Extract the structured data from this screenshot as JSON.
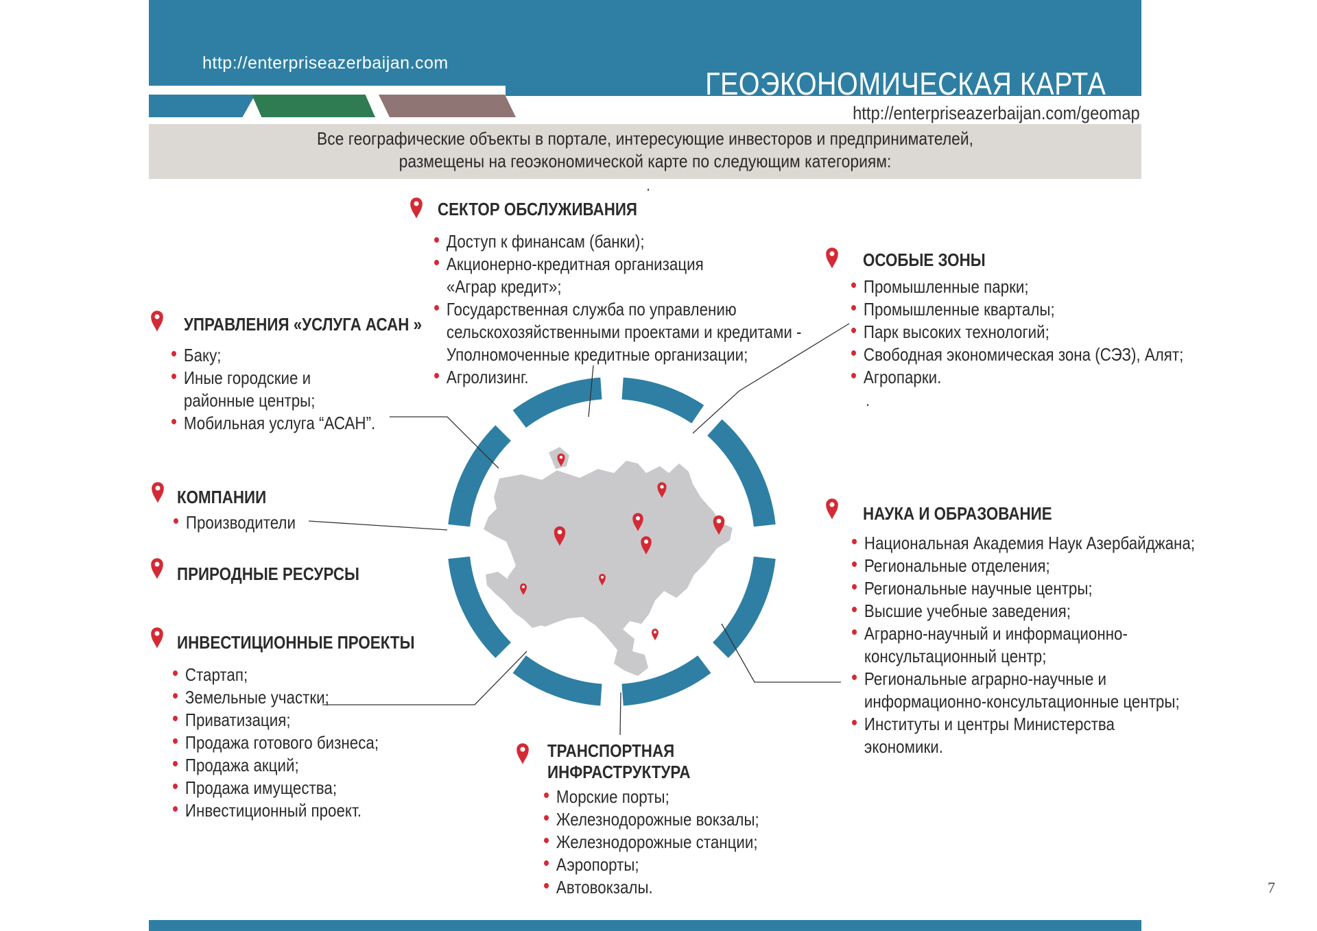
{
  "header": {
    "url_top": "http://enterpriseazerbaijan.com",
    "title": "ГЕОЭКОНОМИЧЕСКАЯ КАРТА",
    "url_sub": "http://enterpriseazerbaijan.com/geomap",
    "stripe_colors": [
      "#2e7fa3",
      "#2f7b52",
      "#8f7574"
    ]
  },
  "intro": {
    "line1": "Все географические объекты в портале, интересующие инвесторов и предпринимателей,",
    "line2": "размещены на геоэкономической карте по следующим категориям:"
  },
  "colors": {
    "accent_blue": "#2e7fa3",
    "pin_red": "#d42a35",
    "map_gray": "#c9c9cb"
  },
  "categories": {
    "service": {
      "title": "СЕКТОР ОБСЛУЖИВАНИЯ",
      "items": [
        "Доступ к финансам (банки);",
        "Акционерно-кредитная организация",
        "«Аграр кредит»;",
        "Государственная служба по управлению",
        "сельскохозяйственными проектами и кредитами -",
        "Уполномоченные кредитные организации;",
        "Агролизинг."
      ]
    },
    "zones": {
      "title": "ОСОБЫЕ ЗОНЫ",
      "items": [
        "Промышленные парки;",
        "Промышленные кварталы;",
        "Парк высоких технологий;",
        "Свободная экономическая зона (СЭЗ), Алят;",
        "Агропарки."
      ]
    },
    "asan": {
      "title": "УПРАВЛЕНИЯ «УСЛУГА АСАН »",
      "items": [
        "Баку;",
        "Иные городские и",
        "районные центры;",
        "Мобильная услуга “АСАН”."
      ]
    },
    "companies": {
      "title": "КОМПАНИИ",
      "items": [
        "Производители"
      ]
    },
    "resources": {
      "title": "ПРИРОДНЫЕ РЕСУРСЫ"
    },
    "projects": {
      "title": "ИНВЕСТИЦИОННЫЕ ПРОЕКТЫ",
      "items": [
        "Стартап;",
        "Земельные участки;",
        "Приватизация;",
        "Продажа готового бизнеса;",
        "Продажа акций;",
        "Продажа имущества;",
        "Инвестиционный проект."
      ]
    },
    "science": {
      "title": "НАУКА И ОБРАЗОВАНИЕ",
      "items": [
        "Национальная Академия Наук Азербайджана;",
        "Региональные отделения;",
        "Региональные научные центры;",
        "Высшие учебные заведения;",
        "Аграрно-научный и информационно-",
        "консультационный центр;",
        "Региональные аграрно-научные и",
        "информационно-консультационные центры;",
        "Институты и центры Министерства",
        "экономики."
      ]
    },
    "transport": {
      "title_line1": "ТРАНСПОРТНАЯ",
      "title_line2": "ИНФРАСТРУКТУРА",
      "items": [
        "Морские порты;",
        "Железнодорожные вокзалы;",
        "Железнодорожные станции;",
        "Аэропорты;",
        "Автовокзалы."
      ]
    }
  },
  "icons": {
    "category_marker": "map-pin-icon",
    "map": "azerbaijan-map-icon"
  },
  "page_number": "7",
  "stray_dot": "."
}
